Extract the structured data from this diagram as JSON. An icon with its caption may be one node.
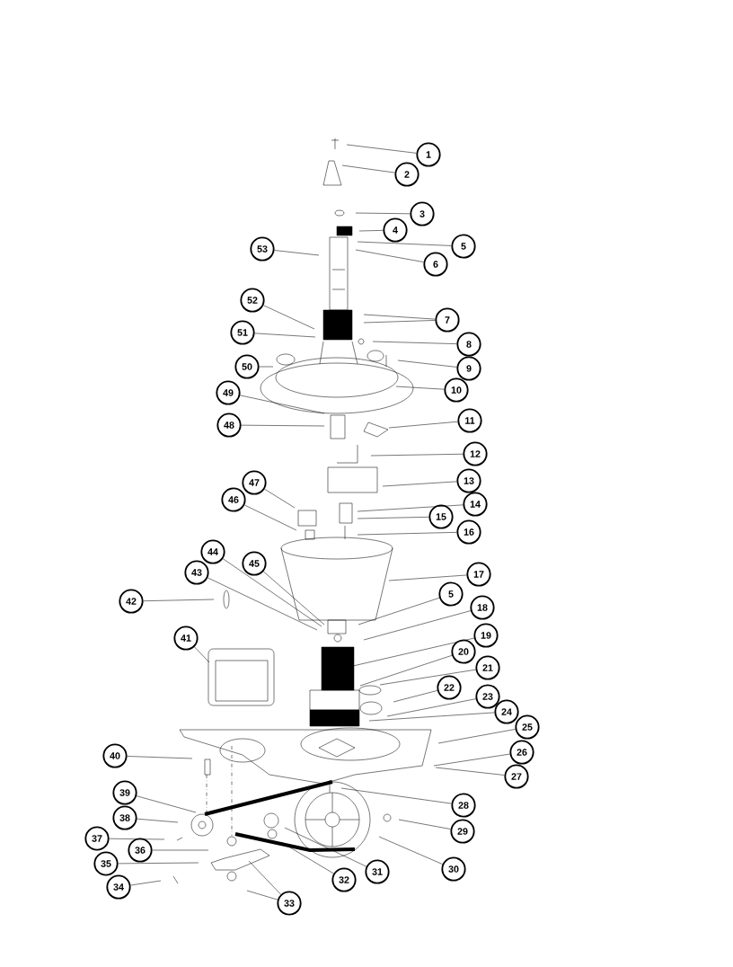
{
  "diagram": {
    "nodes": [
      {
        "text": [
          "1"
        ]
      },
      {
        "text": [
          "2"
        ]
      },
      {
        "text": [
          "3"
        ]
      },
      {
        "text": [
          "4"
        ]
      },
      {
        "text": [
          "53"
        ]
      },
      {
        "text": [
          "5"
        ]
      },
      {
        "text": [
          "6"
        ]
      },
      {
        "text": [
          "52"
        ]
      },
      {
        "text": [
          "7"
        ]
      },
      {
        "text": [
          "51"
        ]
      },
      {
        "text": [
          "8"
        ]
      },
      {
        "text": [
          "50"
        ]
      },
      {
        "text": [
          "9"
        ]
      },
      {
        "text": [
          "10"
        ]
      },
      {
        "text": [
          "49"
        ]
      },
      {
        "text": [
          "11"
        ]
      },
      {
        "text": [
          "48"
        ]
      },
      {
        "text": [
          "12"
        ]
      },
      {
        "text": [
          "13"
        ]
      },
      {
        "text": [
          "47"
        ]
      },
      {
        "text": [
          "14"
        ]
      },
      {
        "text": [
          "46"
        ]
      },
      {
        "text": [
          "15"
        ]
      },
      {
        "text": [
          "16"
        ]
      },
      {
        "text": [
          "44"
        ]
      },
      {
        "text": [
          "45"
        ]
      },
      {
        "text": [
          "17"
        ]
      },
      {
        "text": [
          "43"
        ]
      },
      {
        "text": [
          "42"
        ]
      },
      {
        "text": [
          "5"
        ]
      },
      {
        "text": [
          "18"
        ]
      },
      {
        "text": [
          "19"
        ]
      },
      {
        "text": [
          "41"
        ]
      },
      {
        "text": [
          "20"
        ]
      },
      {
        "text": [
          "21"
        ]
      },
      {
        "text": [
          "22"
        ]
      },
      {
        "text": [
          "23"
        ]
      },
      {
        "text": [
          "24"
        ]
      },
      {
        "text": [
          "25"
        ]
      },
      {
        "text": [
          "40"
        ]
      },
      {
        "text": [
          "26"
        ]
      },
      {
        "text": [
          "27"
        ]
      },
      {
        "text": [
          "39"
        ]
      },
      {
        "text": [
          "28"
        ]
      },
      {
        "text": [
          "38"
        ]
      },
      {
        "text": [
          "29"
        ]
      },
      {
        "text": [
          "37"
        ]
      },
      {
        "text": [
          "36"
        ]
      },
      {
        "text": [
          "35"
        ]
      },
      {
        "text": [
          "30"
        ]
      },
      {
        "text": [
          "31"
        ]
      },
      {
        "text": [
          "32"
        ]
      },
      {
        "text": [
          "34"
        ]
      },
      {
        "text": [
          "33"
        ]
      }
    ],
    "edges": [
      {
        "from": 0,
        "to": null,
        "arrow": "none"
      },
      {
        "from": 1,
        "to": null,
        "arrow": "none"
      },
      {
        "from": 2,
        "to": null,
        "arrow": "none"
      },
      {
        "from": 3,
        "to": null,
        "arrow": "none"
      },
      {
        "from": 4,
        "to": null,
        "arrow": "none"
      },
      {
        "from": 5,
        "to": null,
        "arrow": "none"
      },
      {
        "from": 6,
        "to": null,
        "arrow": "none"
      },
      {
        "from": 7,
        "to": null,
        "arrow": "none"
      },
      {
        "from": 8,
        "to": null,
        "arrow": "none"
      },
      {
        "from": 8,
        "to": null,
        "arrow": "none"
      },
      {
        "from": 9,
        "to": null,
        "arrow": "none"
      },
      {
        "from": 10,
        "to": null,
        "arrow": "none"
      },
      {
        "from": 11,
        "to": null,
        "arrow": "none"
      },
      {
        "from": 12,
        "to": null,
        "arrow": "none"
      },
      {
        "from": 13,
        "to": null,
        "arrow": "none"
      },
      {
        "from": 14,
        "to": null,
        "arrow": "none"
      },
      {
        "from": 15,
        "to": null,
        "arrow": "none"
      },
      {
        "from": 16,
        "to": null,
        "arrow": "none"
      },
      {
        "from": 17,
        "to": null,
        "arrow": "none"
      },
      {
        "from": 18,
        "to": null,
        "arrow": "none"
      },
      {
        "from": 19,
        "to": null,
        "arrow": "none"
      },
      {
        "from": 20,
        "to": null,
        "arrow": "none"
      },
      {
        "from": 21,
        "to": null,
        "arrow": "none"
      },
      {
        "from": 22,
        "to": null,
        "arrow": "none"
      },
      {
        "from": 23,
        "to": null,
        "arrow": "none"
      },
      {
        "from": 24,
        "to": null,
        "arrow": "none"
      },
      {
        "from": 25,
        "to": null,
        "arrow": "none"
      },
      {
        "from": 26,
        "to": null,
        "arrow": "none"
      },
      {
        "from": 27,
        "to": null,
        "arrow": "none"
      },
      {
        "from": 28,
        "to": null,
        "arrow": "none"
      },
      {
        "from": 29,
        "to": null,
        "arrow": "none"
      },
      {
        "from": 30,
        "to": null,
        "arrow": "none"
      },
      {
        "from": 31,
        "to": null,
        "arrow": "none"
      },
      {
        "from": 32,
        "to": null,
        "arrow": "none"
      },
      {
        "from": 33,
        "to": null,
        "arrow": "none"
      },
      {
        "from": 34,
        "to": null,
        "arrow": "none"
      },
      {
        "from": 35,
        "to": null,
        "arrow": "none"
      },
      {
        "from": 36,
        "to": null,
        "arrow": "none"
      },
      {
        "from": 37,
        "to": null,
        "arrow": "none"
      },
      {
        "from": 38,
        "to": null,
        "arrow": "none"
      },
      {
        "from": 39,
        "to": null,
        "arrow": "none"
      },
      {
        "from": 40,
        "to": null,
        "arrow": "none"
      },
      {
        "from": 41,
        "to": null,
        "arrow": "none"
      },
      {
        "from": 42,
        "to": null,
        "arrow": "none"
      },
      {
        "from": 43,
        "to": null,
        "arrow": "none"
      },
      {
        "from": 44,
        "to": null,
        "arrow": "none"
      },
      {
        "from": 45,
        "to": null,
        "arrow": "none"
      },
      {
        "from": 46,
        "to": null,
        "arrow": "none"
      },
      {
        "from": 47,
        "to": null,
        "arrow": "none"
      },
      {
        "from": 48,
        "to": null,
        "arrow": "none"
      },
      {
        "from": 49,
        "to": null,
        "arrow": "none"
      },
      {
        "from": 50,
        "to": null,
        "arrow": "none"
      },
      {
        "from": 51,
        "to": null,
        "arrow": "none"
      },
      {
        "from": 52,
        "to": null,
        "arrow": "none"
      },
      {
        "from": 53,
        "to": null,
        "arrow": "none"
      },
      {
        "from": 53,
        "to": null,
        "arrow": "none"
      }
    ]
  }
}
